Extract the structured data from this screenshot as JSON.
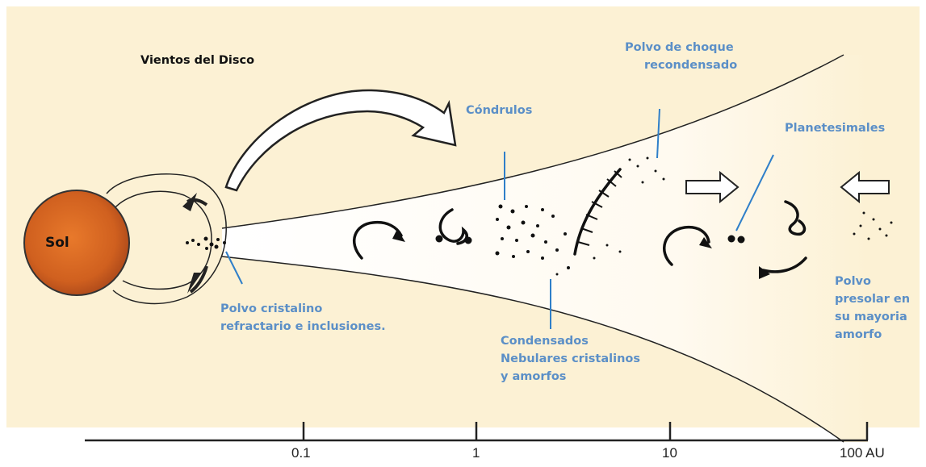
{
  "title": "Vientos del Disco",
  "sun_label": "Sol",
  "labels": {
    "polvo_cristalino": [
      "Polvo cristalino",
      "refractario e inclusiones."
    ],
    "condrulos": "Cóndrulos",
    "polvo_choque": [
      "Polvo de choque",
      "recondensado"
    ],
    "planetesimales": "Planetesimales",
    "condensados": [
      "Condensados",
      "Nebulares cristalinos",
      "y amorfos"
    ],
    "polvo_presolar": [
      "Polvo",
      "presolar en",
      "su mayoria",
      "amorfo"
    ]
  },
  "axis": {
    "ticks": [
      "0.1",
      "1",
      "10",
      "100 AU"
    ],
    "scale": "log"
  },
  "colors": {
    "background": "#fcf1d4",
    "disk": "#fffbf0",
    "label_blue": "#5b8fc7",
    "sun": "#d2611f",
    "ink": "#111111"
  }
}
